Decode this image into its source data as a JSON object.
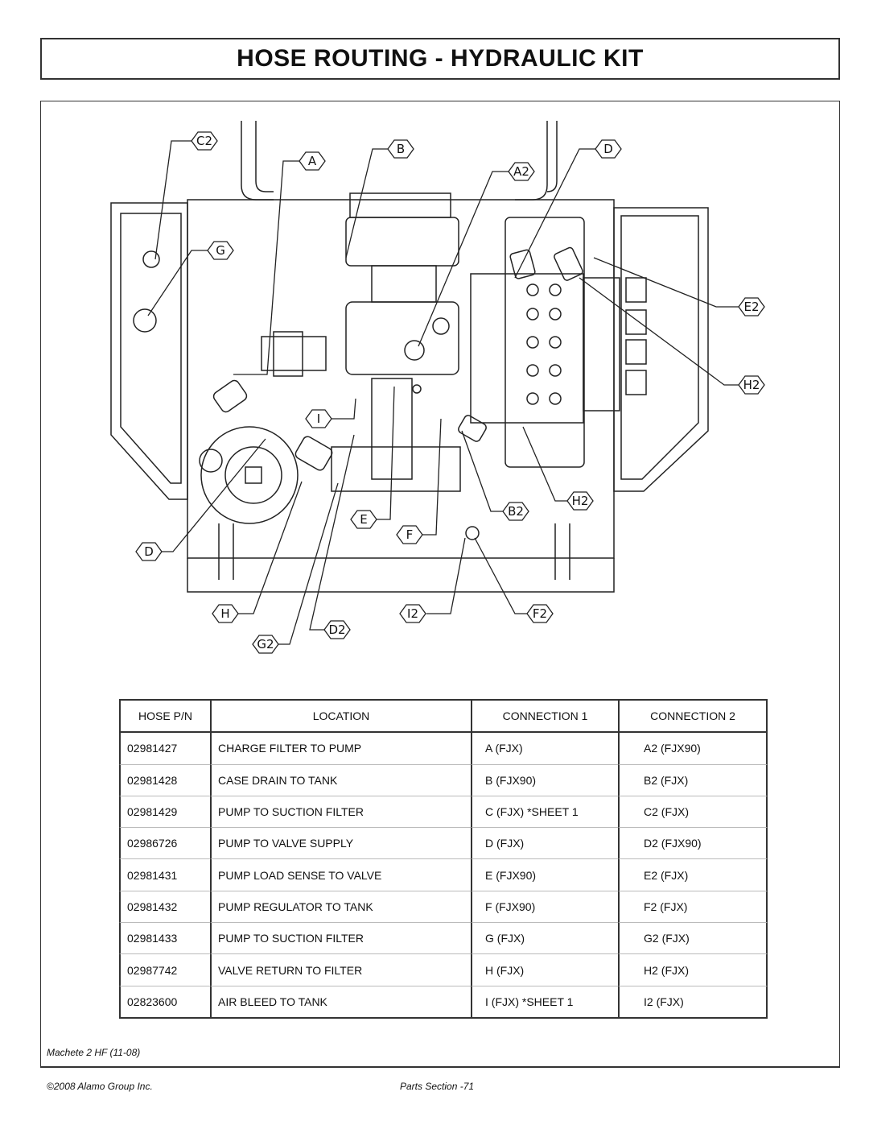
{
  "title": "HOSE ROUTING - HYDRAULIC KIT",
  "diagram": {
    "callouts": [
      "C2",
      "A",
      "B",
      "D",
      "A2",
      "G",
      "E2",
      "H2",
      "I",
      "H2",
      "B2",
      "E",
      "F",
      "D",
      "H",
      "I2",
      "F2",
      "D2",
      "G2"
    ]
  },
  "table": {
    "headers": [
      "HOSE P/N",
      "LOCATION",
      "CONNECTION 1",
      "CONNECTION 2"
    ],
    "rows": [
      [
        "02981427",
        "CHARGE FILTER TO PUMP",
        "A (FJX)",
        "A2 (FJX90)"
      ],
      [
        "02981428",
        "CASE DRAIN TO TANK",
        "B (FJX90)",
        "B2 (FJX)"
      ],
      [
        "02981429",
        "PUMP TO SUCTION FILTER",
        "C (FJX) *SHEET 1",
        "C2 (FJX)"
      ],
      [
        "02986726",
        "PUMP TO VALVE SUPPLY",
        "D (FJX)",
        "D2 (FJX90)"
      ],
      [
        "02981431",
        "PUMP LOAD SENSE TO VALVE",
        "E (FJX90)",
        "E2 (FJX)"
      ],
      [
        "02981432",
        "PUMP REGULATOR TO TANK",
        "F (FJX90)",
        "F2 (FJX)"
      ],
      [
        "02981433",
        "PUMP TO SUCTION FILTER",
        "G (FJX)",
        "G2 (FJX)"
      ],
      [
        "02987742",
        "VALVE RETURN TO FILTER",
        "H (FJX)",
        "H2 (FJX)"
      ],
      [
        "02823600",
        "AIR BLEED TO TANK",
        "I (FJX)  *SHEET 1",
        "I2 (FJX)"
      ]
    ]
  },
  "footer": {
    "model": "Machete 2 HF (11-08)",
    "copyright": "©2008 Alamo Group Inc.",
    "page": "Parts Section -71"
  }
}
